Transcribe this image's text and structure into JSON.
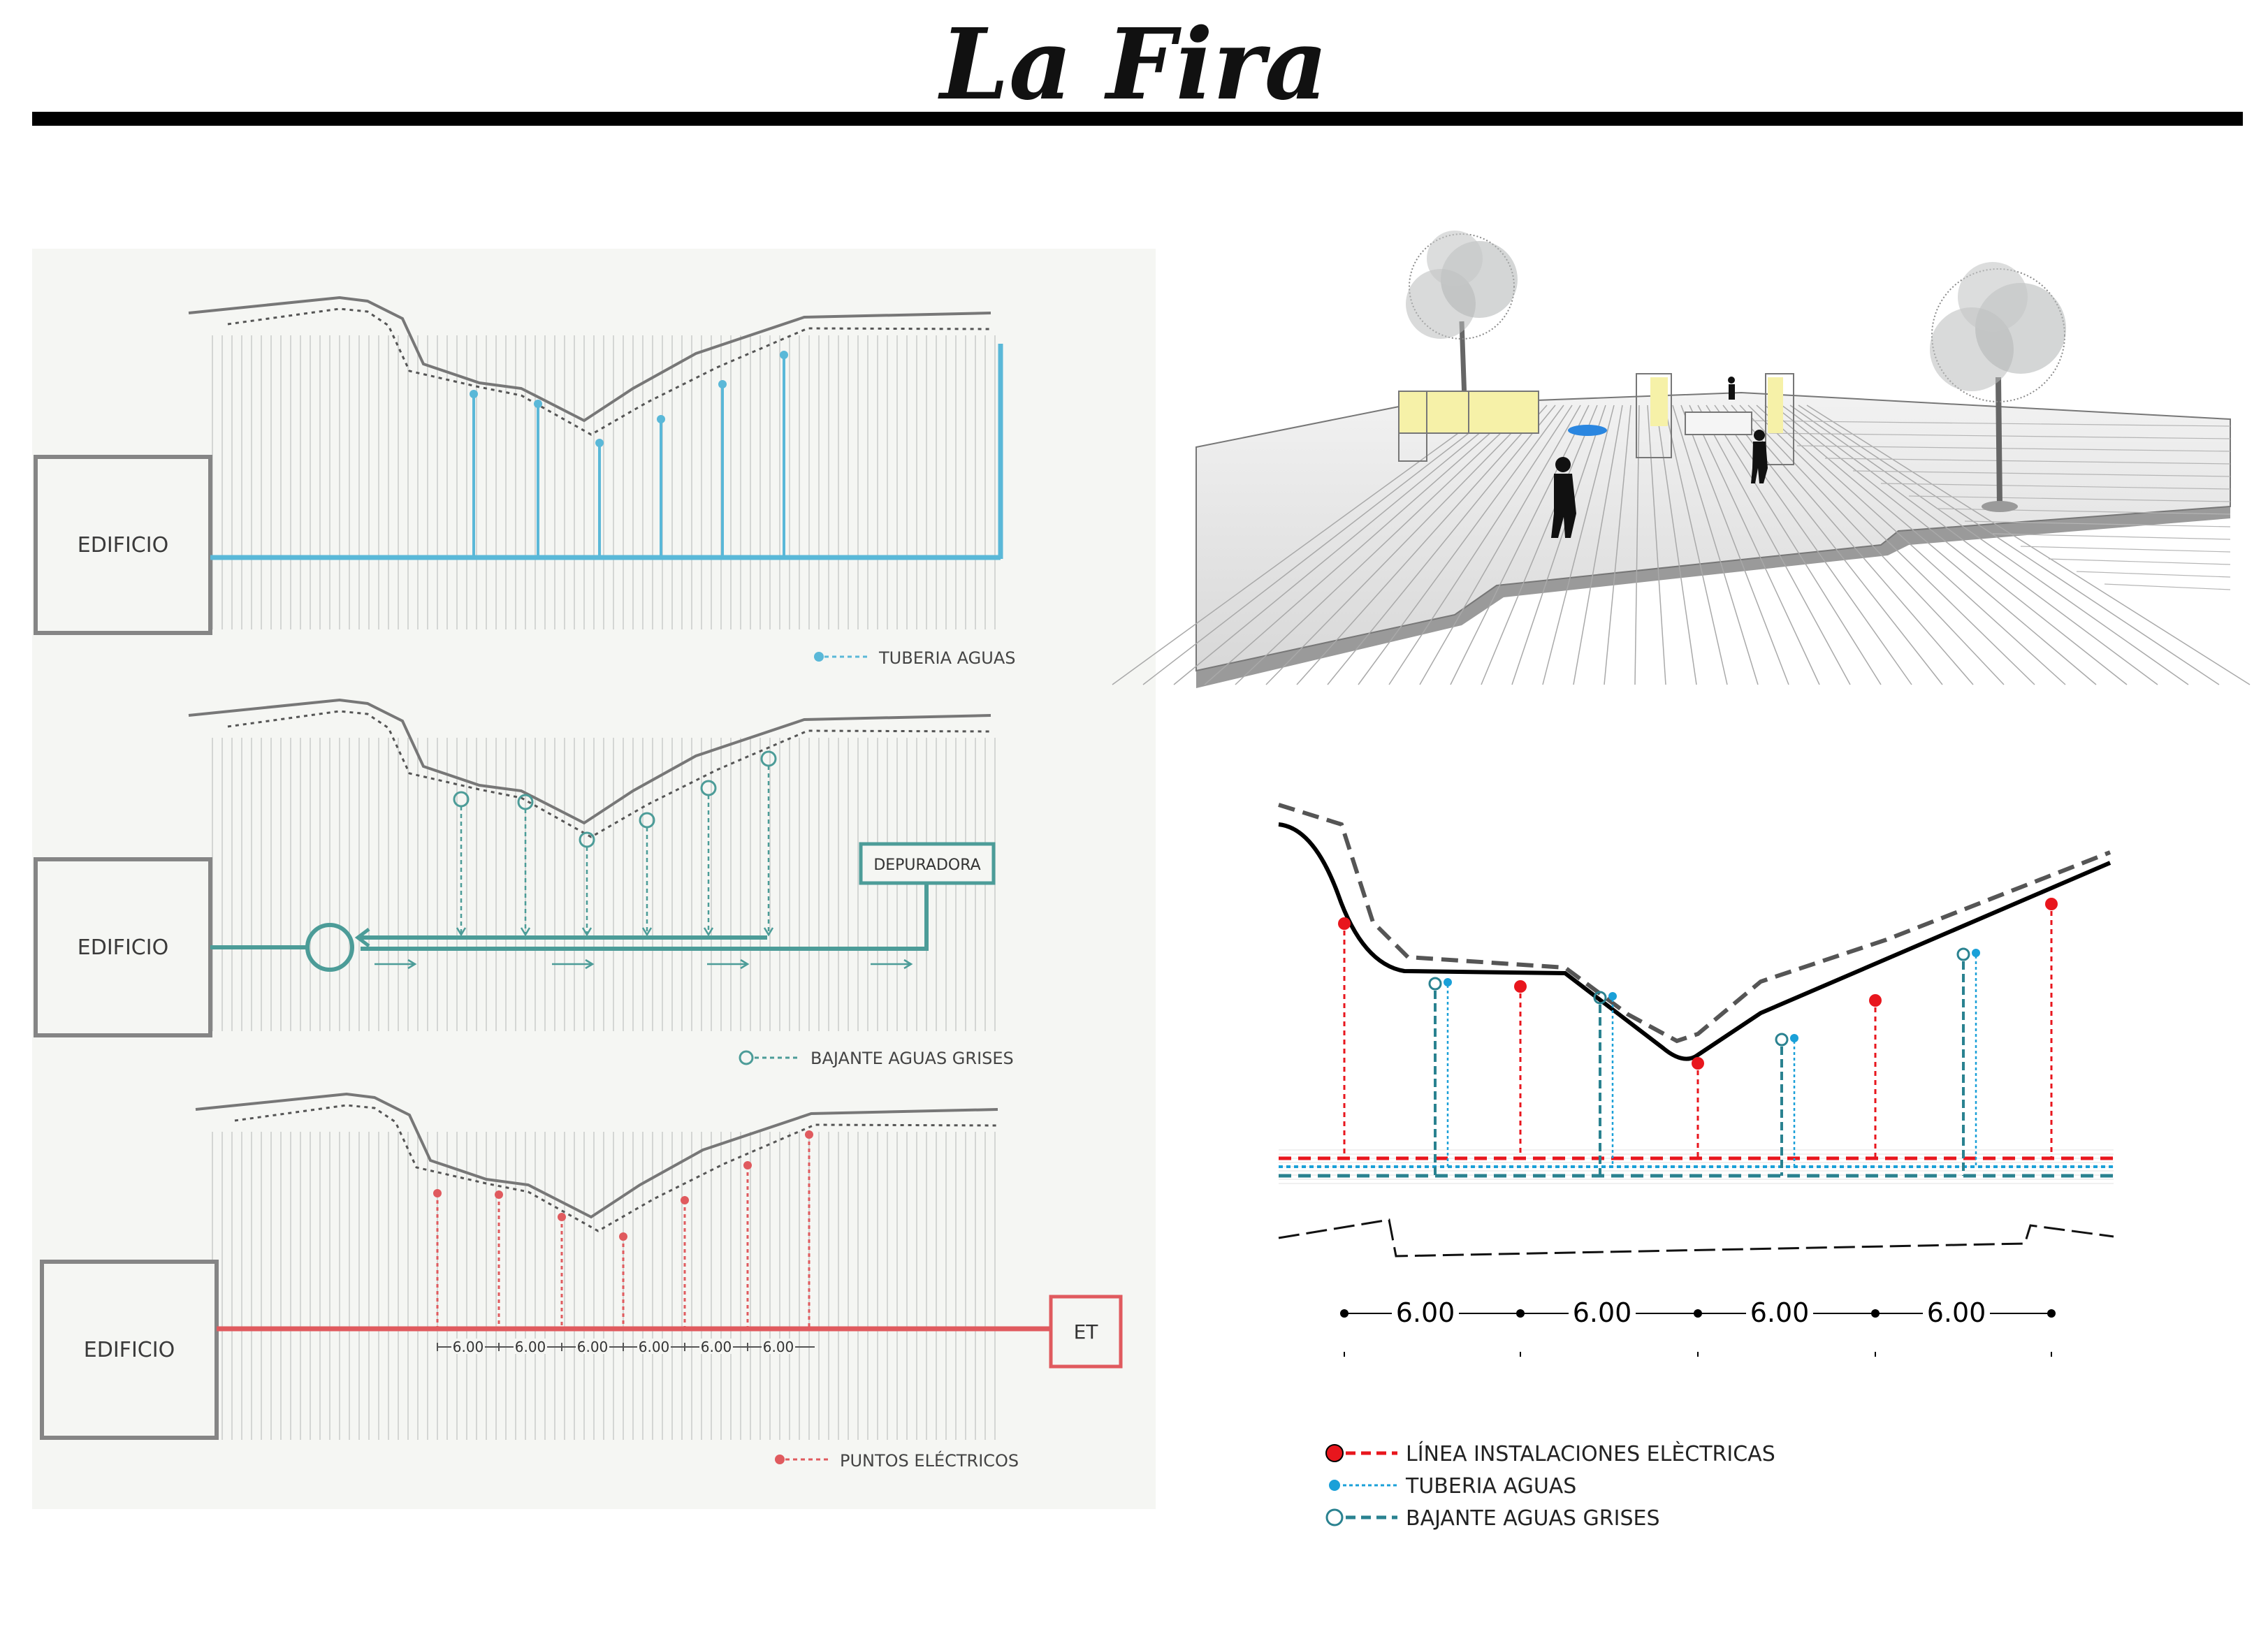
{
  "title": "La Fira",
  "colors": {
    "water": "#5ab8d8",
    "grey_water": "#4c9c98",
    "electric": "#e05a5e",
    "red": "#e8161d",
    "blue": "#1aa0d8",
    "teal": "#2a8290",
    "panel_bg": "#f5f6f3"
  },
  "panels": [
    {
      "building_label": "EDIFICIO",
      "legend_label": "TUBERIA AGUAS"
    },
    {
      "building_label": "EDIFICIO",
      "box_label": "DEPURADORA",
      "legend_label": "BAJANTE AGUAS GRISES"
    },
    {
      "building_label": "EDIFICIO",
      "box_label": "ET",
      "legend_label": "PUNTOS ELÉCTRICOS",
      "dims": [
        "6.00",
        "6.00",
        "6.00",
        "6.00",
        "6.00",
        "6.00"
      ]
    }
  ],
  "section": {
    "dims": [
      "6.00",
      "6.00",
      "6.00",
      "6.00"
    ],
    "legend": [
      "LÍNEA INSTALACIONES ELÈCTRICAS",
      "TUBERIA AGUAS",
      "BAJANTE AGUAS GRISES"
    ]
  },
  "icons": [
    "tree-icon",
    "person-icon",
    "fountain-icon"
  ]
}
